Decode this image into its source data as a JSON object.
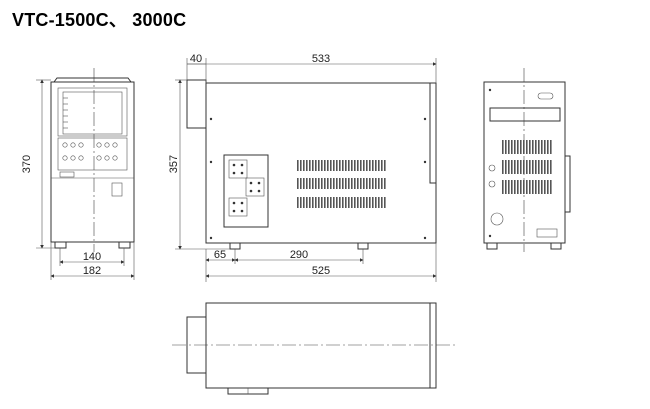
{
  "title": "VTC-1500C、 3000C",
  "dimensions": {
    "front_height": "370",
    "front_width_inner": "140",
    "front_width_outer": "182",
    "side_height": "357",
    "side_offset": "40",
    "side_top_length": "533",
    "side_foot_offset": "65",
    "side_foot_span": "290",
    "side_bottom_length": "525"
  }
}
